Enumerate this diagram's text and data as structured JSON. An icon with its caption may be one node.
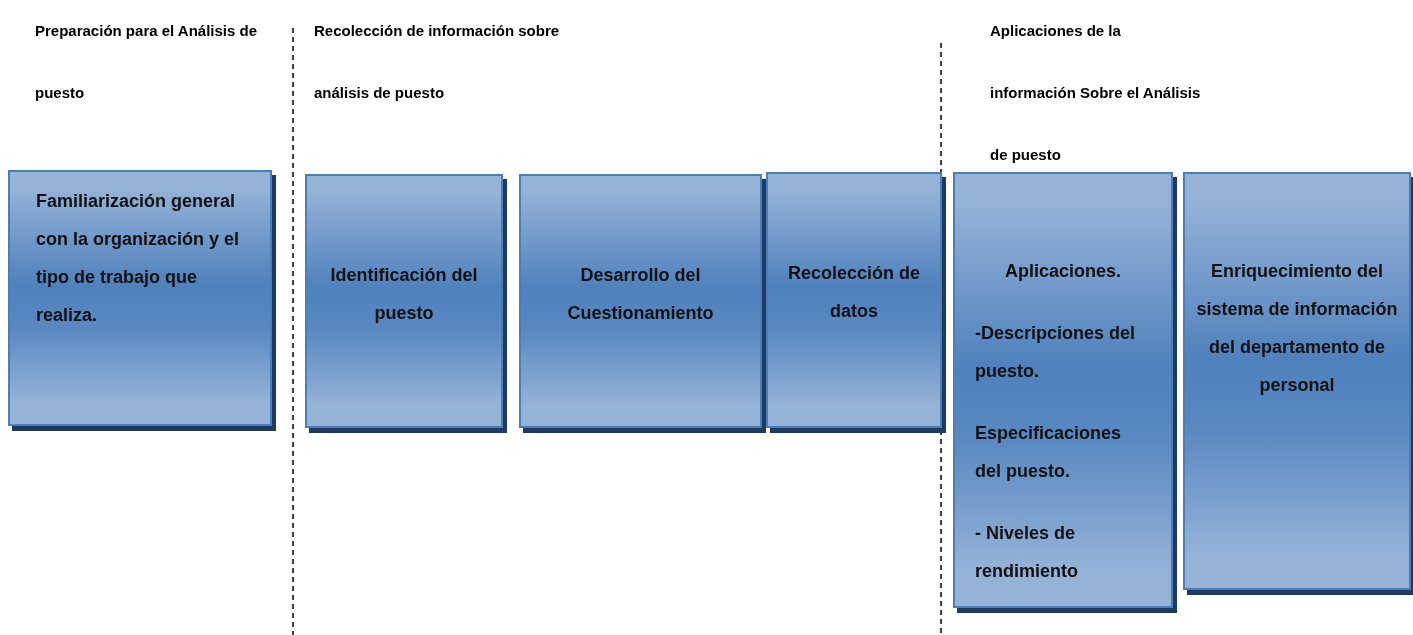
{
  "diagram": {
    "nodes": [
      {
        "text": [
          "Familiarización general con la organización y el tipo de trabajo que realiza."
        ]
      },
      {
        "text": [
          "Identificación del puesto"
        ]
      },
      {
        "text": [
          "Desarrollo del Cuestionamiento"
        ]
      },
      {
        "text": [
          "Recolección de datos"
        ]
      },
      {
        "text": [
          "Aplicaciones.",
          "-Descripciones del puesto.",
          "Especificaciones del puesto.",
          "- Niveles de rendimiento"
        ]
      },
      {
        "text": [
          "Enriquecimiento del sistema de información del departamento de personal"
        ]
      }
    ],
    "labels": [
      "Preparación para el Análisis de puesto",
      "Recolección de información sobre análisis de puesto",
      "Aplicaciones de la información Sobre el Análisis de puesto"
    ]
  }
}
